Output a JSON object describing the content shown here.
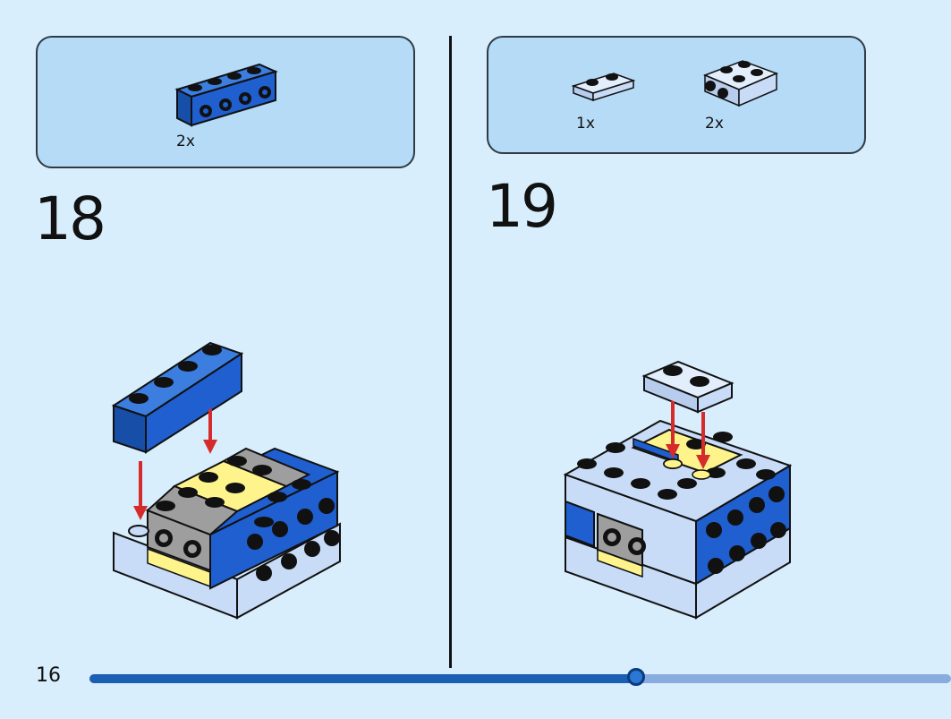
{
  "page": {
    "number": "16",
    "progress": 0.634
  },
  "steps": [
    {
      "number": "18",
      "parts": [
        {
          "quantity": "2x",
          "piece": "blue 1x4 brick with side studs"
        }
      ]
    },
    {
      "number": "19",
      "parts": [
        {
          "quantity": "1x",
          "piece": "light blue 1x2 plate"
        },
        {
          "quantity": "2x",
          "piece": "light blue 2x2 plate with side studs"
        }
      ]
    }
  ],
  "colors": {
    "background": "#d9eefc",
    "parts_box": "#b5dbf6",
    "blue_brick": "#1f5fcf",
    "light_blue": "#c8dcf7",
    "yellow": "#fff48c",
    "grey": "#9e9e9e",
    "arrow": "#d62b2b",
    "progress_fill": "#1a5fb4",
    "progress_track": "#88acdf"
  }
}
